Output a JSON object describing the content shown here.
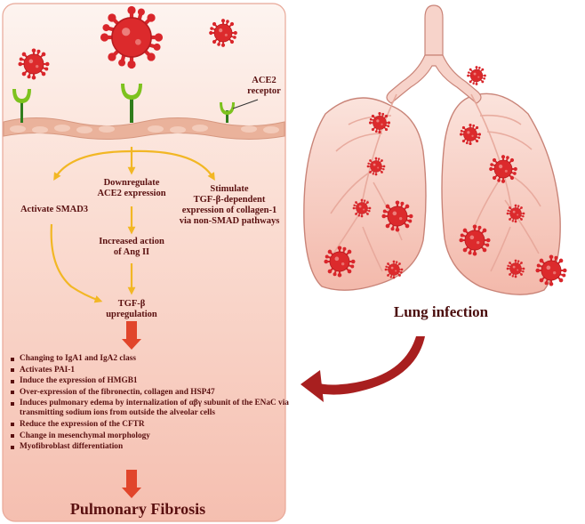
{
  "labels": {
    "ace2_receptor": [
      "ACE2",
      "receptor"
    ],
    "activate_smad3": "Activate SMAD3",
    "downregulate_ace2": [
      "Downregulate",
      "ACE2 expression"
    ],
    "stimulate_tgf": [
      "Stimulate",
      "TGF-β-dependent",
      "expression of collagen-1",
      "via non-SMAD pathways"
    ],
    "increased_ang": [
      "Increased action",
      "of Ang II"
    ],
    "tgf_upregulation": [
      "TGF-β",
      "upregulation"
    ]
  },
  "effects": [
    "Changing to IgA1 and IgA2 class",
    "Activates PAI-1",
    "Induce the expression of HMGB1",
    "Over-expression of the fibronectin, collagen and HSP47",
    "Induces pulmonary edema by internalization of αβγ subunit of the ENaC via transmitting sodium ions from outside the alveolar cells",
    "Reduce the expression of the CFTR",
    "Change in mesenchymal morphology",
    "Myofibroblast differentiation"
  ],
  "outcome": "Pulmonary Fibrosis",
  "lung_caption": "Lung infection",
  "colors": {
    "panel_top": "#fdf1ec",
    "panel_bottom": "#f6c4b6",
    "membrane": "#eab29b",
    "virus": "#d9262b",
    "receptor_cup": "#7dc21e",
    "receptor_stem": "#2f7d1c",
    "flow_arrow": "#f2b724",
    "block_arrow": "#e1452b",
    "curve_arrow": "#a81f1f",
    "text": "#5a1010",
    "lung_fill": "#f7cdc3",
    "lung_outline": "#c98478"
  }
}
